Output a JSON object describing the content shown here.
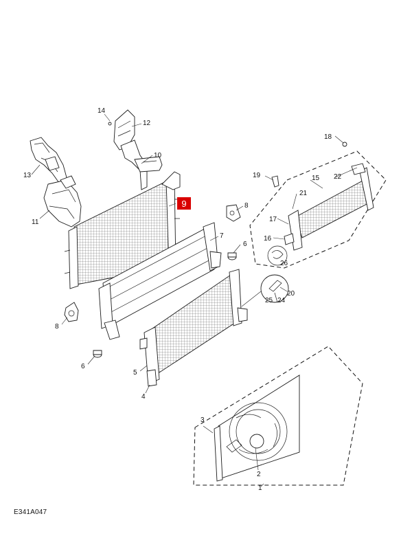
{
  "figure": {
    "reference_code": "E341A047",
    "highlighted_callout": "9",
    "highlight_color": "#d90000",
    "callouts": [
      "1",
      "2",
      "3",
      "4",
      "5",
      "6",
      "6",
      "7",
      "8",
      "8",
      "10",
      "11",
      "12",
      "13",
      "14",
      "15",
      "16",
      "17",
      "18",
      "19",
      "20",
      "21",
      "22",
      "24",
      "25",
      "26"
    ]
  }
}
